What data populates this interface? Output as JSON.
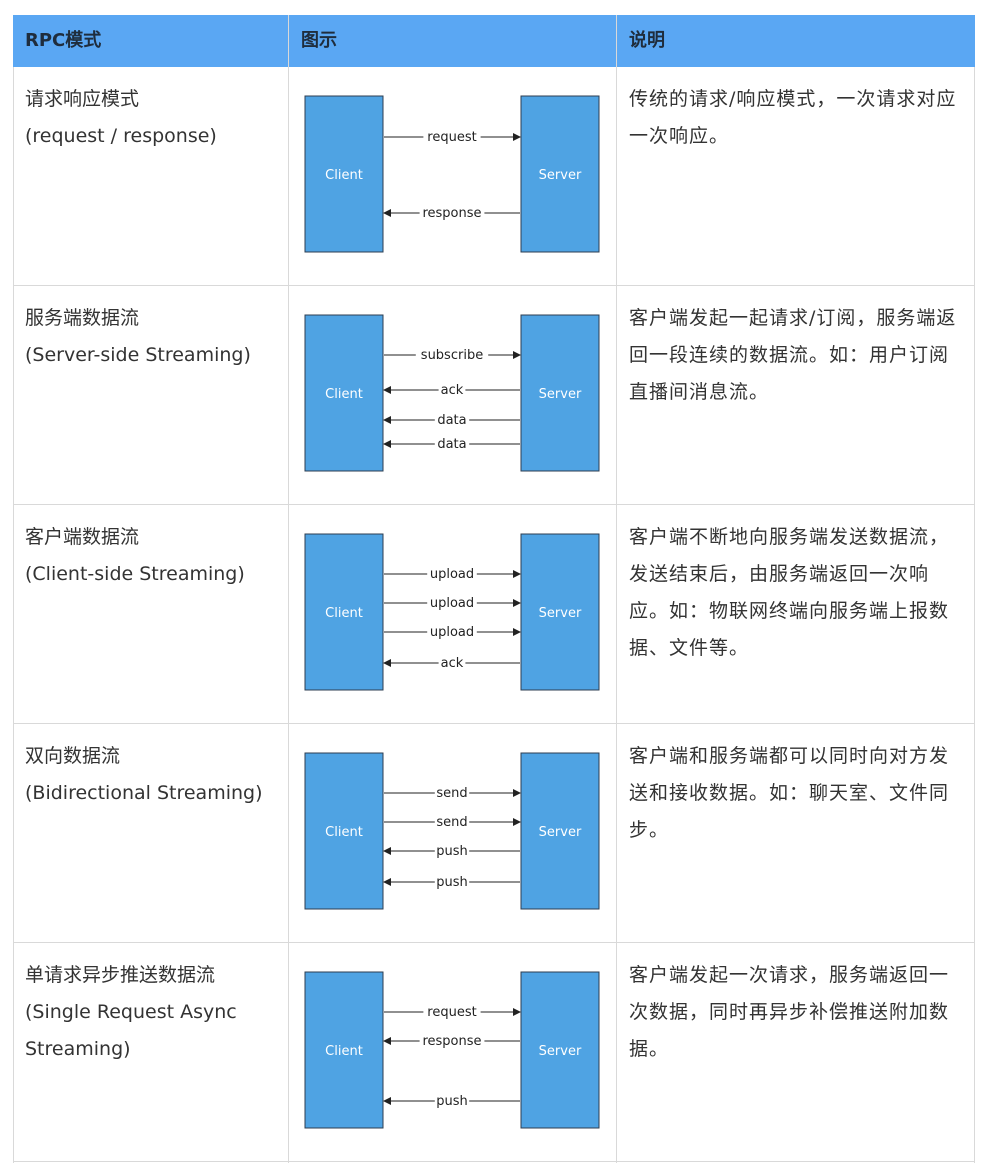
{
  "header": {
    "col1": "RPC模式",
    "col2": "图示",
    "col3": "说明"
  },
  "rows": [
    {
      "name_cn": "请求响应模式",
      "name_en": "(request / response)",
      "client": "Client",
      "server": "Server",
      "arrows": [
        {
          "label": "request",
          "dir": "right"
        },
        {
          "label": "response",
          "dir": "left"
        }
      ],
      "desc": "传统的请求/响应模式，一次请求对应一次响应。"
    },
    {
      "name_cn": "服务端数据流",
      "name_en": "(Server-side Streaming)",
      "client": "Client",
      "server": "Server",
      "arrows": [
        {
          "label": "subscribe",
          "dir": "right"
        },
        {
          "label": "ack",
          "dir": "left"
        },
        {
          "label": "data",
          "dir": "left"
        },
        {
          "label": "data",
          "dir": "left"
        }
      ],
      "desc": "客户端发起一起请求/订阅，服务端返回一段连续的数据流。如：用户订阅直播间消息流。"
    },
    {
      "name_cn": "客户端数据流",
      "name_en": "(Client-side Streaming)",
      "client": "Client",
      "server": "Server",
      "arrows": [
        {
          "label": "upload",
          "dir": "right"
        },
        {
          "label": "upload",
          "dir": "right"
        },
        {
          "label": "upload",
          "dir": "right"
        },
        {
          "label": "ack",
          "dir": "left"
        }
      ],
      "desc": "客户端不断地向服务端发送数据流，发送结束后，由服务端返回一次响应。如：物联网终端向服务端上报数据、文件等。"
    },
    {
      "name_cn": "双向数据流",
      "name_en": "(Bidirectional Streaming)",
      "client": "Client",
      "server": "Server",
      "arrows": [
        {
          "label": "send",
          "dir": "right"
        },
        {
          "label": "send",
          "dir": "right"
        },
        {
          "label": "push",
          "dir": "left"
        },
        {
          "label": "push",
          "dir": "left"
        }
      ],
      "desc": "客户端和服务端都可以同时向对方发送和接收数据。如：聊天室、文件同步。"
    },
    {
      "name_cn": "单请求异步推送数据流",
      "name_en": "(Single Request Async Streaming)",
      "client": "Client",
      "server": "Server",
      "arrows": [
        {
          "label": "request",
          "dir": "right"
        },
        {
          "label": "response",
          "dir": "left"
        },
        {
          "label": "push",
          "dir": "left"
        }
      ],
      "desc": "客户端发起一次请求，服务端返回一次数据，同时再异步补偿推送附加数据。"
    }
  ],
  "colors": {
    "header_bg": "#5aa7f3",
    "box_fill": "#4fa3e3",
    "grid": "#d9d9d9"
  }
}
